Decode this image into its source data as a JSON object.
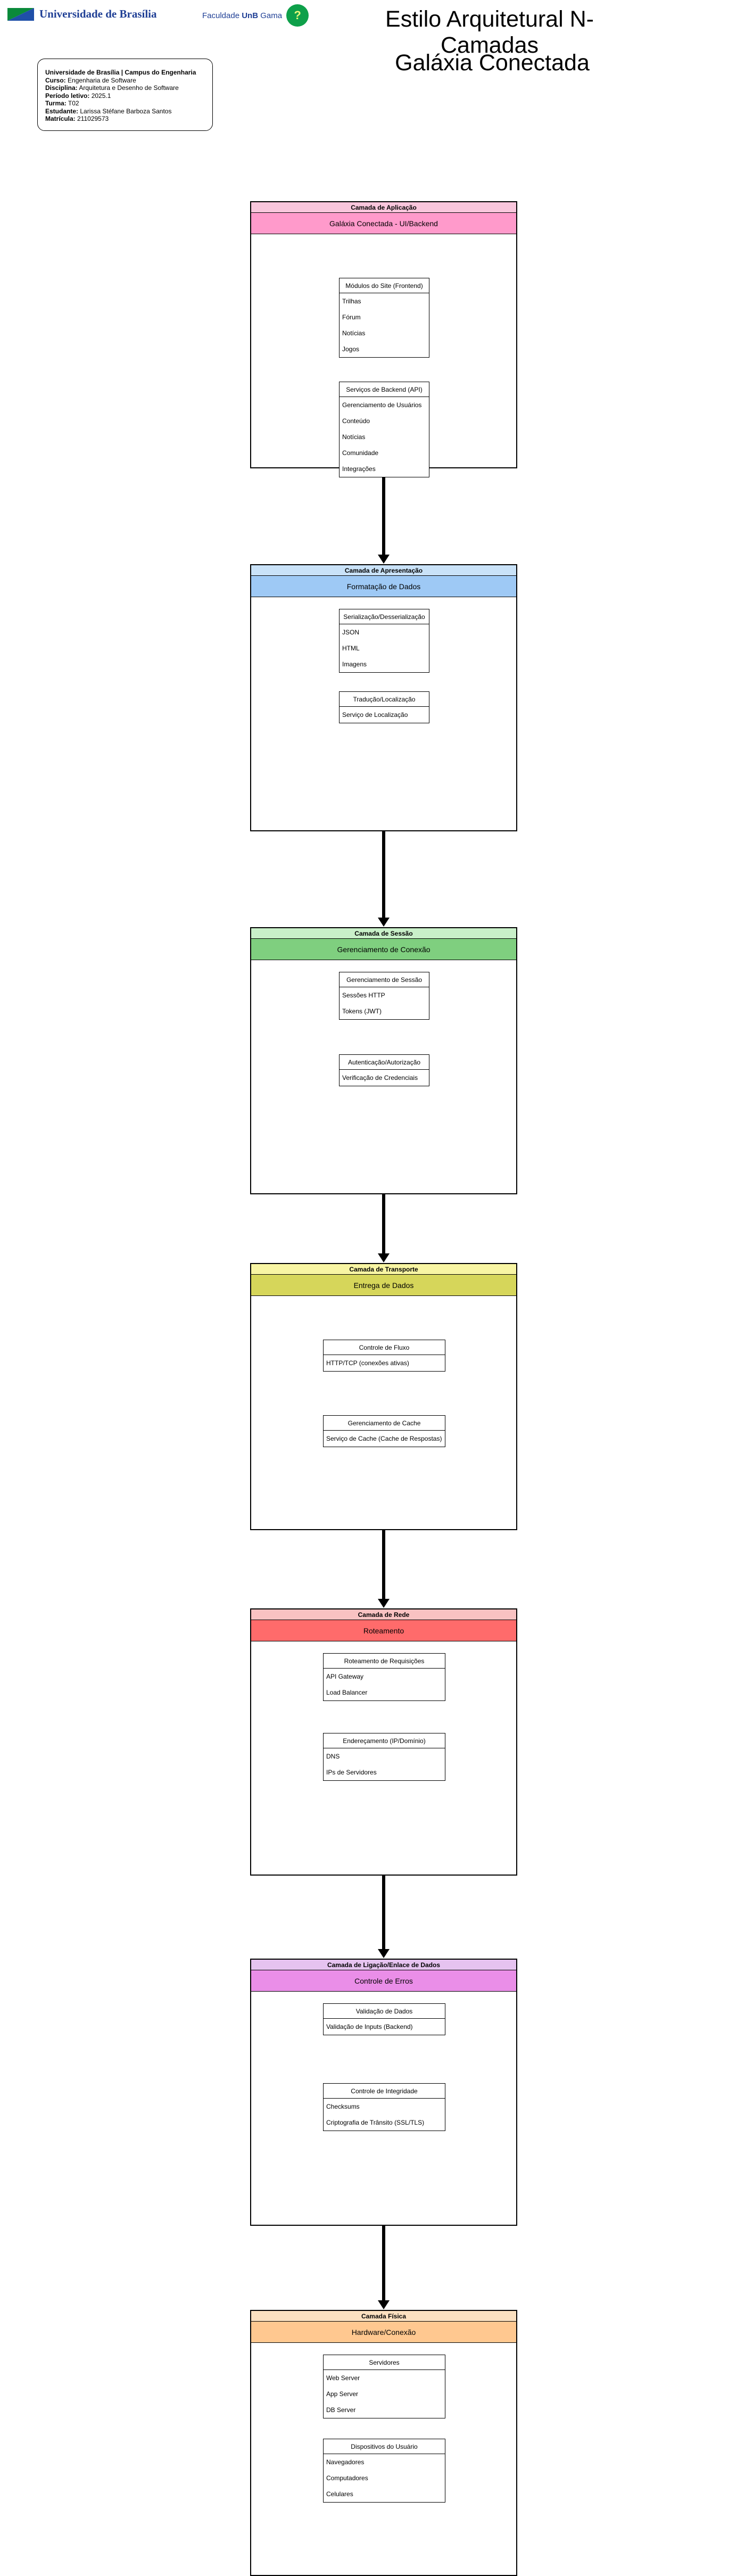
{
  "header": {
    "unb_logo_text": "Universidade de Brasília",
    "fga_text_prefix": "Faculdade ",
    "fga_text_bold": "UnB",
    "fga_text_suffix": " Gama",
    "fga_circle_glyph": "?",
    "title": "Estilo Arquitetural N-Camadas",
    "subtitle": "Galáxia Conectada"
  },
  "info": {
    "line1": "Universidade de Brasília | Campus do Engenharia",
    "curso_label": "Curso:",
    "curso": "Engenharia de Software",
    "disciplina_label": "Disciplina:",
    "disciplina": "Arquitetura e Desenho de Software",
    "periodo_label": "Período letivo:",
    "periodo": "2025.1",
    "turma_label": "Turma:",
    "turma": "T02",
    "estudante_label": "Estudante:",
    "estudante": "Larissa Stéfane Barboza Santos",
    "matricula_label": "Matrícula:",
    "matricula": "211029573"
  },
  "colors": {
    "aplicacao_head": "#f9c6dc",
    "aplicacao_sub": "#ff9acb",
    "apresentacao_head": "#c9e2f8",
    "apresentacao_sub": "#9ec9f5",
    "sessao_head": "#c9f0c9",
    "sessao_sub": "#7fcf7f",
    "transporte_head": "#f8f5a3",
    "transporte_sub": "#d6d65a",
    "rede_head": "#f9c2c2",
    "rede_sub": "#ff6b6b",
    "enlace_head": "#e6c3f0",
    "enlace_sub": "#ea8ee8",
    "fisica_head": "#fbe0c0",
    "fisica_sub": "#ffc890"
  },
  "layers": [
    {
      "title": "Camada de Aplicação",
      "subtitle": "Galáxia Conectada - UI/Backend",
      "boxes": [
        {
          "title": "Módulos do Site (Frontend)",
          "items": [
            "Trilhas",
            "Fórum",
            "Notícias",
            "Jogos"
          ]
        },
        {
          "title": "Serviços de Backend (API)",
          "items": [
            "Gerenciamento de Usuários",
            "Conteúdo",
            "Notícias",
            "Comunidade",
            "Integrações"
          ]
        }
      ]
    },
    {
      "title": "Camada de Apresentação",
      "subtitle": "Formatação de Dados",
      "boxes": [
        {
          "title": "Serialização/Desserialização",
          "items": [
            "JSON",
            "HTML",
            "Imagens"
          ]
        },
        {
          "title": "Tradução/Localização",
          "items": [
            "Serviço de Localização"
          ]
        }
      ]
    },
    {
      "title": "Camada de Sessão",
      "subtitle": "Gerenciamento de Conexão",
      "boxes": [
        {
          "title": "Gerenciamento de Sessão",
          "items": [
            "Sessões HTTP",
            "Tokens (JWT)"
          ]
        },
        {
          "title": "Autenticação/Autorização",
          "items": [
            "Verificação de Credenciais"
          ]
        }
      ]
    },
    {
      "title": "Camada de Transporte",
      "subtitle": "Entrega de Dados",
      "boxes": [
        {
          "title": "Controle de Fluxo",
          "items": [
            "HTTP/TCP (conexões ativas)"
          ]
        },
        {
          "title": "Gerenciamento de Cache",
          "items": [
            "Serviço de Cache (Cache de Respostas)"
          ]
        }
      ]
    },
    {
      "title": "Camada de Rede",
      "subtitle": "Roteamento",
      "boxes": [
        {
          "title": "Roteamento de Requisições",
          "items": [
            "API Gateway",
            "Load Balancer"
          ]
        },
        {
          "title": "Endereçamento (IP/Domínio)",
          "items": [
            "DNS",
            "IPs de Servidores"
          ]
        }
      ]
    },
    {
      "title": "Camada de Ligação/Enlace de Dados",
      "subtitle": "Controle de Erros",
      "boxes": [
        {
          "title": "Validação de Dados",
          "items": [
            "Validação de Inputs (Backend)"
          ]
        },
        {
          "title": "Controle de Integridade",
          "items": [
            "Checksums",
            "Criptografia de Trânsito (SSL/TLS)"
          ]
        }
      ]
    },
    {
      "title": "Camada Física",
      "subtitle": "Hardware/Conexão",
      "boxes": [
        {
          "title": "Servidores",
          "items": [
            "Web Server",
            "App Server",
            "DB Server"
          ]
        },
        {
          "title": "Dispositivos do Usuário",
          "items": [
            "Navegadores",
            "Computadores",
            "Celulares"
          ]
        }
      ]
    }
  ]
}
